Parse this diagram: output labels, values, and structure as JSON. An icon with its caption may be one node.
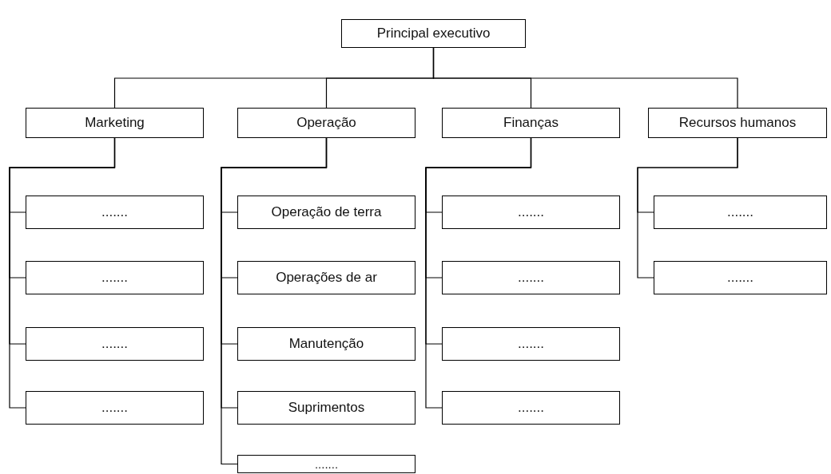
{
  "diagram": {
    "nodes": [
      {
        "text": [
          "Principal executivo"
        ]
      },
      {
        "text": [
          "Marketing"
        ]
      },
      {
        "text": [
          "Operação"
        ]
      },
      {
        "text": [
          "Finanças"
        ]
      },
      {
        "text": [
          "Recursos humanos"
        ]
      },
      {
        "text": [
          "......."
        ]
      },
      {
        "text": [
          "......."
        ]
      },
      {
        "text": [
          "......."
        ]
      },
      {
        "text": [
          "......."
        ]
      },
      {
        "text": [
          "Operação de terra"
        ]
      },
      {
        "text": [
          "Operações de ar"
        ]
      },
      {
        "text": [
          "Manutenção"
        ]
      },
      {
        "text": [
          "Suprimentos"
        ]
      },
      {
        "text": [
          "......."
        ]
      },
      {
        "text": [
          "......."
        ]
      },
      {
        "text": [
          "......."
        ]
      },
      {
        "text": [
          "......."
        ]
      },
      {
        "text": [
          "......."
        ]
      },
      {
        "text": [
          "......."
        ]
      },
      {
        "text": [
          "......."
        ]
      }
    ],
    "edges": [
      {
        "from": 0,
        "to": 1,
        "arrow": "none"
      },
      {
        "from": 0,
        "to": 2,
        "arrow": "none"
      },
      {
        "from": 0,
        "to": 3,
        "arrow": "none"
      },
      {
        "from": 0,
        "to": 4,
        "arrow": "none"
      },
      {
        "from": 1,
        "to": 5,
        "arrow": "none"
      },
      {
        "from": 1,
        "to": 6,
        "arrow": "none"
      },
      {
        "from": 1,
        "to": 7,
        "arrow": "none"
      },
      {
        "from": 1,
        "to": 8,
        "arrow": "none"
      },
      {
        "from": 2,
        "to": 9,
        "arrow": "none"
      },
      {
        "from": 2,
        "to": 10,
        "arrow": "none"
      },
      {
        "from": 2,
        "to": 11,
        "arrow": "none"
      },
      {
        "from": 2,
        "to": 12,
        "arrow": "none"
      },
      {
        "from": 2,
        "to": 13,
        "arrow": "none"
      },
      {
        "from": 3,
        "to": 14,
        "arrow": "none"
      },
      {
        "from": 3,
        "to": 15,
        "arrow": "none"
      },
      {
        "from": 3,
        "to": 16,
        "arrow": "none"
      },
      {
        "from": 3,
        "to": 17,
        "arrow": "none"
      },
      {
        "from": 4,
        "to": 18,
        "arrow": "none"
      },
      {
        "from": 4,
        "to": 19,
        "arrow": "none"
      }
    ]
  }
}
